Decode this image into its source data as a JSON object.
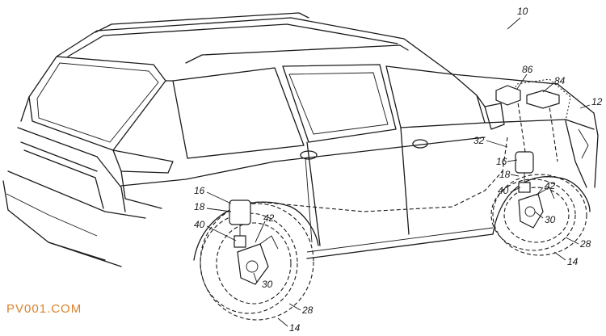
{
  "labels": {
    "vehicle": "10",
    "body": "12",
    "wheel_front": "14",
    "wheel_rear": "14",
    "actuator_front": "16",
    "actuator_rear": "16",
    "spring_front": "18",
    "spring_rear": "18",
    "tire_front": "28",
    "tire_rear": "28",
    "knuckle_front": "30",
    "knuckle_rear": "30",
    "controller": "32",
    "damper_front": "40",
    "damper_rear": "40",
    "arm_front": "42",
    "arm_rear": "42",
    "sensor": "84",
    "module": "86"
  },
  "watermark": "PV001.COM"
}
